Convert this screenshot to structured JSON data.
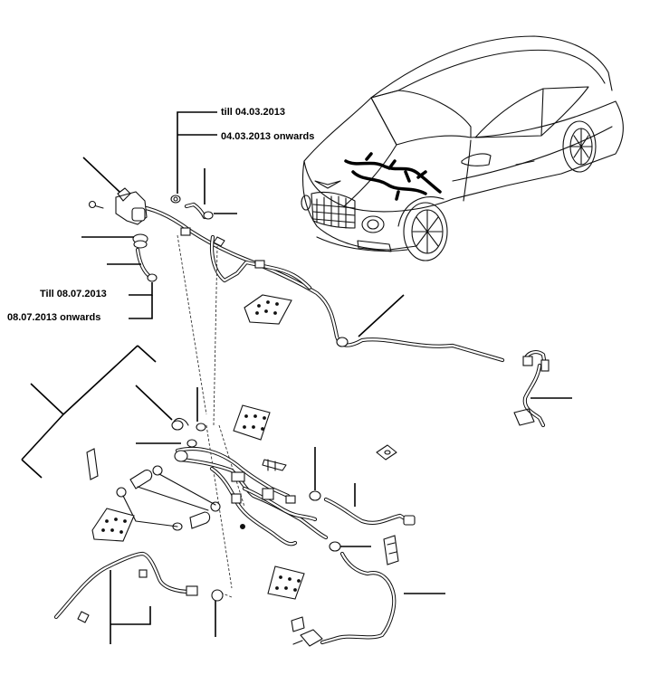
{
  "labels": {
    "till_2013_03": "till 04.03.2013",
    "from_2013_03": "04.03.2013 onwards",
    "till_2013_07": "Till 08.07.2013",
    "from_2013_07": "08.07.2013 onwards"
  }
}
